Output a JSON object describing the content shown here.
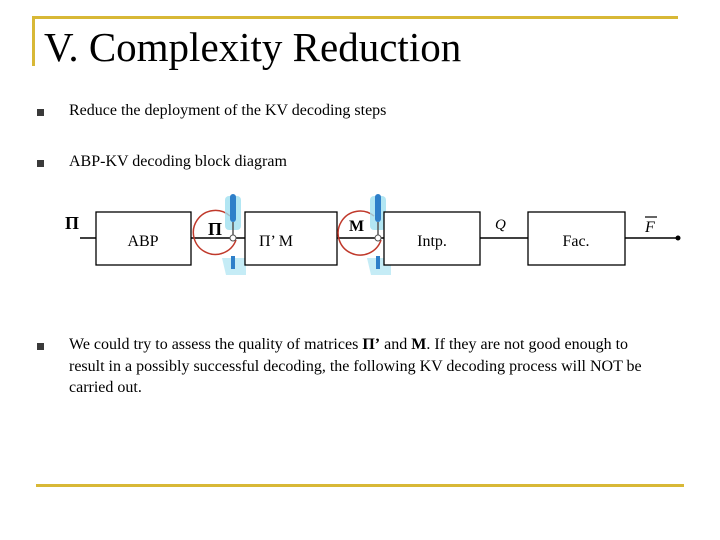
{
  "slide": {
    "title": "V. Complexity Reduction",
    "bullets": [
      "Reduce the deployment of the KV decoding steps",
      "ABP-KV decoding block diagram"
    ],
    "paragraph": {
      "part1": " We could try to assess the quality of matrices ",
      "pi_prime": "Π’",
      "and": " and ",
      "m": "M",
      "part2": ". If they are not good enough to result in a possibly successful decoding, the following KV decoding process will NOT be carried out."
    }
  },
  "diagram": {
    "input_label": "Π",
    "blocks": [
      {
        "label": "ABP"
      },
      {
        "label": "Π’ M"
      },
      {
        "label": "Intp."
      },
      {
        "label": "Fac."
      }
    ],
    "arrow_glyph": "→",
    "switch1_label": "Π",
    "switch2_label": "M",
    "q_label": "Q",
    "output_label": "F",
    "colors": {
      "switch_arc": "#c0392b",
      "switch_handle": "#2e7fc9",
      "switch_shadow": "#9fe0f0",
      "frame": "#d8b836"
    }
  }
}
